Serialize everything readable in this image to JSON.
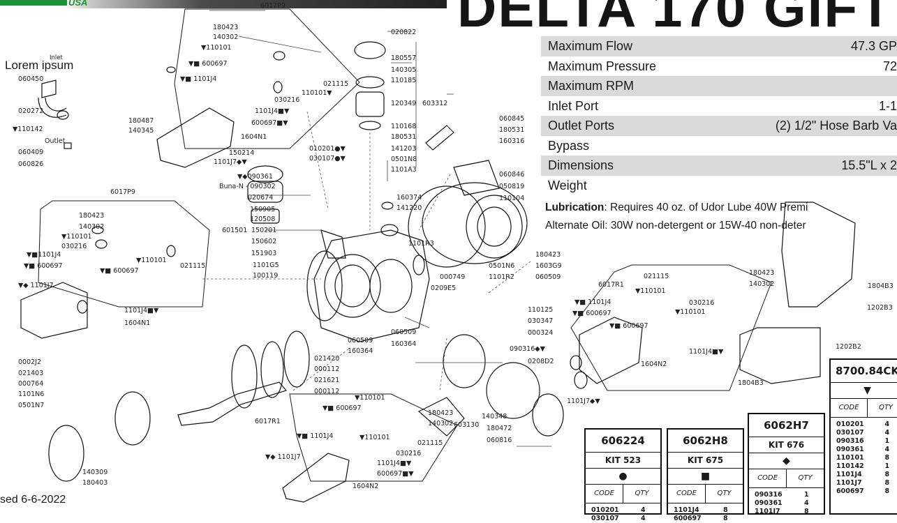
{
  "header": {
    "logo_text": "USA",
    "title": "DELTA 170 GIFT",
    "brand_color": "#1e8f3a"
  },
  "specs": [
    {
      "label": "Maximum Flow",
      "value": "47.3 GP"
    },
    {
      "label": "Maximum Pressure",
      "value": "72"
    },
    {
      "label": "Maximum RPM",
      "value": ""
    },
    {
      "label": "Inlet Port",
      "value": "1-1"
    },
    {
      "label": "Outlet Ports",
      "value": "(2) 1/2\" Hose Barb Va"
    },
    {
      "label": "Bypass",
      "value": ""
    },
    {
      "label": "Dimensions",
      "value": "15.5\"L x 2"
    },
    {
      "label": "Weight",
      "value": ""
    }
  ],
  "notes": {
    "lubrication_label": "Lubrication",
    "lubrication_text": ": Requires 40 oz. of Udor Lube 40W Premi",
    "alt_oil": "Alternate Oil: 30W non-detergent or 15W-40 non-deter"
  },
  "placeholder_text": "Lorem ipsum",
  "revised": "sed 6-6-2022",
  "kits": [
    {
      "title": "606224",
      "sub": "KIT 523",
      "symbol": "●",
      "code_label": "CODE",
      "qty_label": "QTY",
      "rows": [
        {
          "code": "010201",
          "qty": "4"
        },
        {
          "code": "030107",
          "qty": "4"
        }
      ]
    },
    {
      "title": "6062H8",
      "sub": "KIT 675",
      "symbol": "■",
      "code_label": "CODE",
      "qty_label": "QTY",
      "rows": [
        {
          "code": "1101J4",
          "qty": "8"
        },
        {
          "code": "600697",
          "qty": "8"
        }
      ]
    },
    {
      "title": "6062H7",
      "sub": "KIT 676",
      "symbol": "◆",
      "code_label": "CODE",
      "qty_label": "QTY",
      "rows": [
        {
          "code": "090316",
          "qty": "1"
        },
        {
          "code": "090361",
          "qty": "4"
        },
        {
          "code": "1101J7",
          "qty": "8"
        }
      ]
    },
    {
      "title": "8700.84CK",
      "sub": "",
      "symbol": "▼",
      "code_label": "CODE",
      "qty_label": "QTY",
      "rows": [
        {
          "code": "010201",
          "qty": "4"
        },
        {
          "code": "030107",
          "qty": "4"
        },
        {
          "code": "090316",
          "qty": "1"
        },
        {
          "code": "090361",
          "qty": "4"
        },
        {
          "code": "110101",
          "qty": "8"
        },
        {
          "code": "110142",
          "qty": "1"
        },
        {
          "code": "1101J4",
          "qty": "8"
        },
        {
          "code": "1101J7",
          "qty": "8"
        },
        {
          "code": "600697",
          "qty": "8"
        }
      ]
    }
  ],
  "part_labels": {
    "top_group": [
      "6017P9",
      "180423",
      "140302",
      "▼110101",
      "▼■ 600697",
      "▼■ 1101J4",
      "021115",
      "110101▼",
      "030216",
      "1101J4■▼",
      "600697■▼",
      "180487",
      "140345",
      "1604N1",
      "150214",
      "1101J7◆▼"
    ],
    "center_top": [
      "020822",
      "180557",
      "140305",
      "110185",
      "120349",
      "603312",
      "110168",
      "180531",
      "141203",
      "0501N8",
      "1101A3",
      "010201●▼",
      "030107●▼",
      "▼◆090361",
      "Buna-N - 090302",
      "020674",
      "150905",
      "120508",
      "601501",
      "150201",
      "150602",
      "151903",
      "1101G5",
      "100119",
      "160374",
      "141220"
    ],
    "valve_group": [
      "060845",
      "180531",
      "160316",
      "060846",
      "050819",
      "110104"
    ],
    "cover_right": [
      "1101R3",
      "000749",
      "1101R2",
      "0501N6",
      "0209E5",
      "180423",
      "1603G9",
      "060509"
    ],
    "left_inlet": [
      "Inlet",
      "060450",
      "020272",
      "▼110142",
      "Outlet",
      "060409",
      "060826"
    ],
    "left_group": [
      "6017P9",
      "180423",
      "140302",
      "▼110101",
      "030216",
      "▼■1101J4",
      "▼■ 600697",
      "▼■ 600697",
      "▼110101",
      "021115",
      "▼◆ 1101J7",
      "1101J4■▼",
      "1604N1"
    ],
    "shaft": [
      "0002J2",
      "021403",
      "000764",
      "1101N6",
      "0501N7",
      "021420",
      "000112",
      "021621",
      "000112",
      "060509",
      "160364",
      "060509",
      "160364",
      "140309",
      "180403"
    ],
    "bottom_group": [
      "6017R1",
      "▼110101",
      "▼■ 600697",
      "▼■ 1101J4",
      "▼110101",
      "180423",
      "140302",
      "021115",
      "030216",
      "▼◆ 1101J7",
      "1101J4■▼",
      "600697■▼",
      "1604N2"
    ],
    "rear_cover": [
      "110125",
      "030347",
      "000324",
      "090316◆▼",
      "0208D2",
      "140348",
      "180472",
      "060816",
      "603130"
    ],
    "right_group": [
      "6017R1",
      "021115",
      "180423",
      "140302",
      "▼110101",
      "▼■ 1101J4",
      "▼■ 600697",
      "030216",
      "▼110101",
      "▼■ 600697",
      "1101J4■▼",
      "1604N2",
      "1101J7◆▼"
    ],
    "brackets": [
      "1804B3",
      "1202B3",
      "1202B2",
      "1804B3"
    ]
  }
}
